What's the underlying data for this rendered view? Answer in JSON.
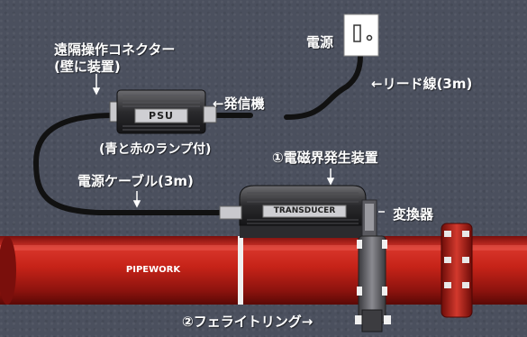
{
  "labels": {
    "remote_connector_line1": "遠隔操作コネクター",
    "remote_connector_line2": "(壁に装置)",
    "transmitter": "←発信機",
    "lamp_note": "(青と赤のランプ付)",
    "power_source": "電源",
    "lead_wire": "←リード線(3m)",
    "em_generator": "①電磁界発生装置",
    "power_cable": "電源ケーブル(3m)",
    "converter": "変換器",
    "ferrite_ring": "②フェライトリング→"
  },
  "plates": {
    "psu": "PSU",
    "transducer": "TRANSDUCER",
    "pipework": "PIPEWORK"
  },
  "colors": {
    "background": "#4b505e",
    "pipe": "#c8201a",
    "device": "#2b2b2e",
    "cable": "#111111",
    "text": "#ffffff"
  }
}
